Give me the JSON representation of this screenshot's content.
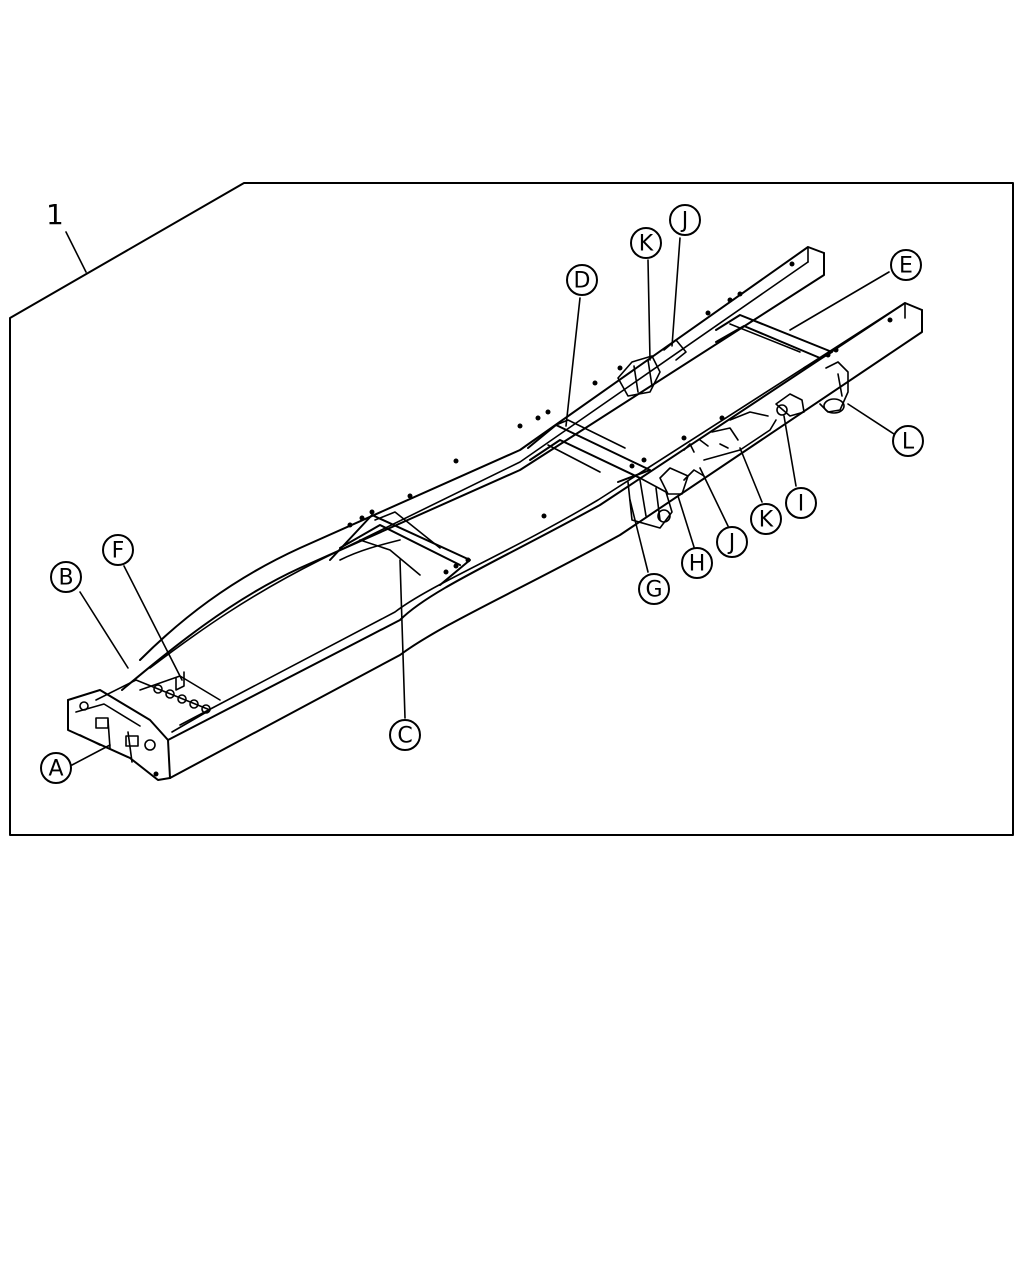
{
  "diagram": {
    "assembly_number": "1",
    "callouts": {
      "A": "A",
      "B": "B",
      "C": "C",
      "D": "D",
      "E": "E",
      "F": "F",
      "G": "G",
      "H": "H",
      "J1": "J",
      "J2": "J",
      "K1": "K",
      "K2": "K",
      "I": "I",
      "L": "L"
    }
  }
}
